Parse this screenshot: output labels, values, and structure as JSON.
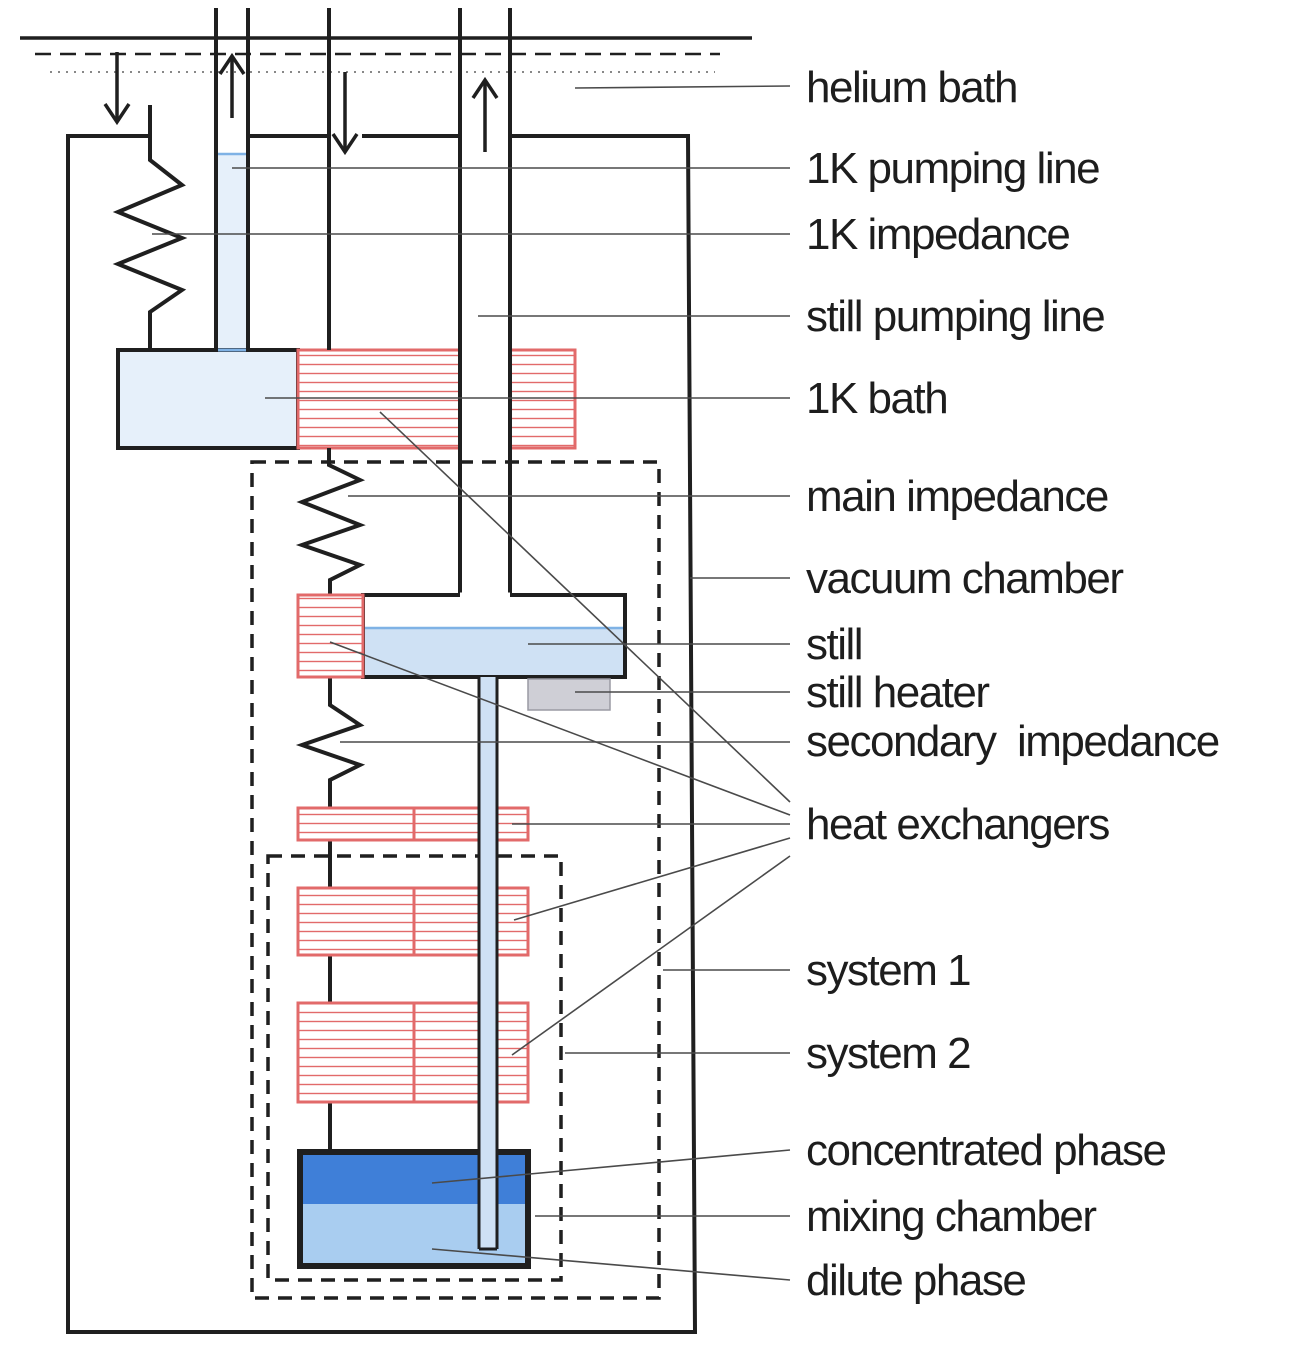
{
  "labels": {
    "helium_bath": "helium bath",
    "k_pumping_line": "1K pumping line",
    "k_impedance": "1K impedance",
    "still_pumping_line": "still pumping line",
    "k_bath": "1K bath",
    "main_impedance": "main impedance",
    "vacuum_chamber": "vacuum chamber",
    "still": "still",
    "still_heater": "still heater",
    "secondary_impedance": "secondary  impedance",
    "heat_exchangers": "heat exchangers",
    "system_1": "system 1",
    "system_2": "system 2",
    "concentrated_phase": "concentrated phase",
    "mixing_chamber": "mixing chamber",
    "dilute_phase": "dilute phase"
  },
  "colors": {
    "line": "#1f1f1f",
    "heat_exchanger": "#e26a6a",
    "liquid_light": "#e6f0fa",
    "liquid_mid": "#cfe1f4",
    "concentrated_phase": "#3f7fd8",
    "dilute_phase": "#a9cdf0",
    "still_heater": "#cfcfd6"
  }
}
